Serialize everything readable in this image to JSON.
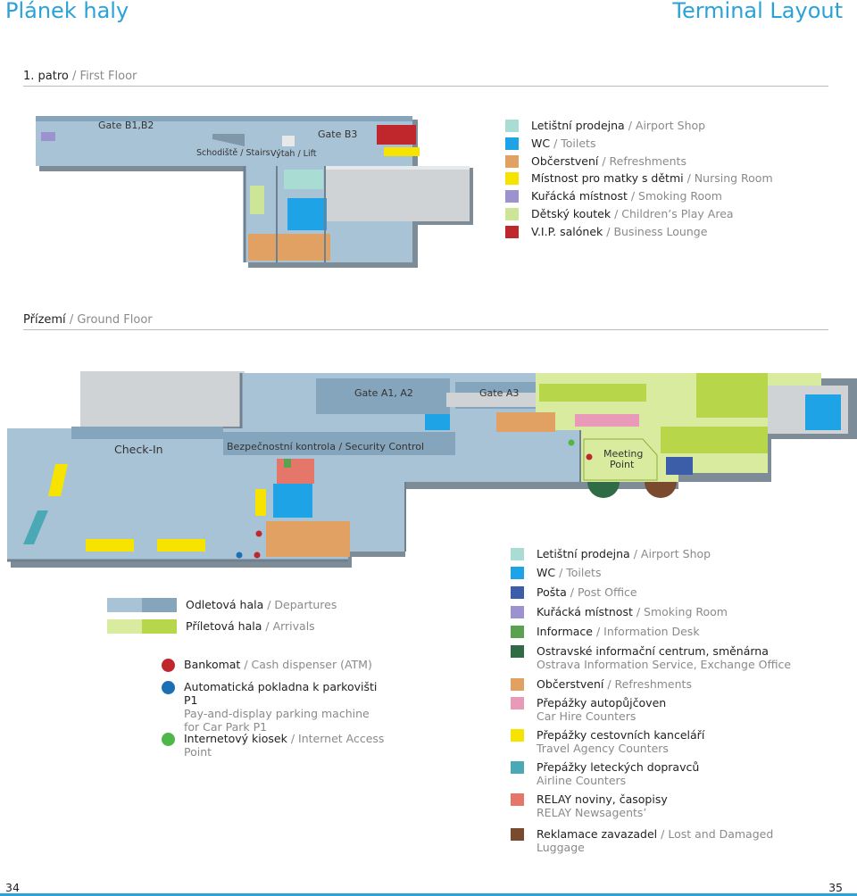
{
  "header": {
    "title_left": "Plánek haly",
    "title_right": "Terminal Layout"
  },
  "first_floor": {
    "heading_cz": "1. patro",
    "heading_en": "First Floor",
    "labels": {
      "gate_b1b2": "Gate B1,B2",
      "gate_b3": "Gate B3",
      "stairs": "Schodiště / Stairs",
      "lift": "Výtah / Lift"
    },
    "legend": [
      {
        "cz": "Letištní prodejna",
        "en": "Airport Shop",
        "color": "#a9dcd3"
      },
      {
        "cz": "WC",
        "en": "Toilets",
        "color": "#1ea3e6"
      },
      {
        "cz": "Občerstvení",
        "en": "Refreshments",
        "color": "#e0a163"
      },
      {
        "cz": "Místnost pro matky s dětmi",
        "en": "Nursing Room",
        "color": "#f6e400"
      },
      {
        "cz": "Kuřácká místnost",
        "en": "Smoking Room",
        "color": "#9b93cf"
      },
      {
        "cz": "Dětský koutek",
        "en": "Children’s Play Area",
        "color": "#cde596"
      },
      {
        "cz": "V.I.P. salónek",
        "en": "Business Lounge",
        "color": "#c0272d"
      }
    ]
  },
  "ground_floor": {
    "heading_cz": "Přízemí",
    "heading_en": "Ground Floor",
    "labels": {
      "gate_a1a2": "Gate A1, A2",
      "gate_a3": "Gate A3",
      "checkin": "Check-In",
      "security": "Bezpečnostní kontrola / Security Control",
      "meeting": "Meeting",
      "meeting2": "Point"
    },
    "hall_legend": [
      {
        "cz": "Odletová hala",
        "en": "Departures",
        "color1": "#a9c3d6",
        "color2": "#84a5bb"
      },
      {
        "cz": "Příletová hala",
        "en": "Arrivals",
        "color1": "#d9eb9e",
        "color2": "#b7d64a"
      }
    ],
    "dot_legend": [
      {
        "cz": "Bankomat",
        "en": "Cash dispenser (ATM)",
        "color": "#c0272d"
      },
      {
        "cz": "Automatická pokladna k parkovišti P1",
        "en": "Pay-and-display parking machine for Car Park P1",
        "color": "#1d6fb3"
      },
      {
        "cz": "Internetový kiosek",
        "en": "Internet Access Point",
        "color": "#4db848"
      }
    ],
    "legend": [
      {
        "cz": "Letištní prodejna",
        "en": "Airport Shop",
        "color": "#a9dcd3"
      },
      {
        "cz": "WC",
        "en": "Toilets",
        "color": "#1ea3e6"
      },
      {
        "cz": "Pošta",
        "en": "Post Office",
        "color": "#3c5ea8"
      },
      {
        "cz": "Kuřácká místnost",
        "en": "Smoking Room",
        "color": "#9b93cf"
      },
      {
        "cz": "Informace",
        "en": "Information Desk",
        "color": "#5aa150"
      },
      {
        "cz": "Ostravské informační centrum, směnárna",
        "en": "Ostrava Information Service, Exchange Office",
        "color": "#2f6b45",
        "stack": true
      },
      {
        "cz": "Občerstvení",
        "en": "Refreshments",
        "color": "#e0a163"
      },
      {
        "cz": "Přepážky autopůjčoven",
        "en": "Car Hire Counters",
        "color": "#e89ab8",
        "stack": true
      },
      {
        "cz": "Přepážky cestovních kanceláří",
        "en": "Travel Agency Counters",
        "color": "#f6e400",
        "stack": true
      },
      {
        "cz": "Přepážky leteckých dopravců",
        "en": "Airline Counters",
        "color": "#4aa9b5",
        "stack": true
      },
      {
        "cz": "RELAY noviny, časopisy",
        "en": "RELAY Newsagents’",
        "color": "#e4766a",
        "stack": true
      },
      {
        "cz": "Reklamace zavazadel",
        "en": "Lost and Damaged Luggage",
        "color": "#7a4a2e"
      }
    ]
  },
  "footer": {
    "page_left": "34",
    "page_right": "35"
  }
}
